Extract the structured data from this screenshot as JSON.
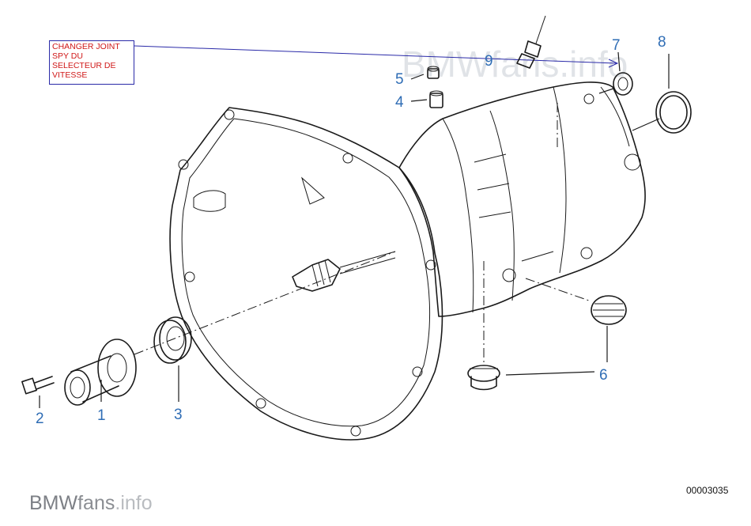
{
  "callout": {
    "lines": [
      "CHANGER JOINT",
      "SPY DU",
      "SELECTEUR DE",
      "VITESSE"
    ]
  },
  "watermark": "BMWfans.info",
  "logo": {
    "bmw": "BMW",
    "fans": "fans",
    "info": ".info"
  },
  "diagram_code": "00003035",
  "part_numbers": {
    "p1": "1",
    "p2": "2",
    "p3": "3",
    "p4": "4",
    "p5": "5",
    "p6": "6",
    "p7": "7",
    "p8": "8",
    "p9": "9"
  },
  "colors": {
    "callout_text": "#d01818",
    "callout_border": "#2a2aa8",
    "part_number": "#2f6db5",
    "line_art": "#1a1a1a"
  }
}
